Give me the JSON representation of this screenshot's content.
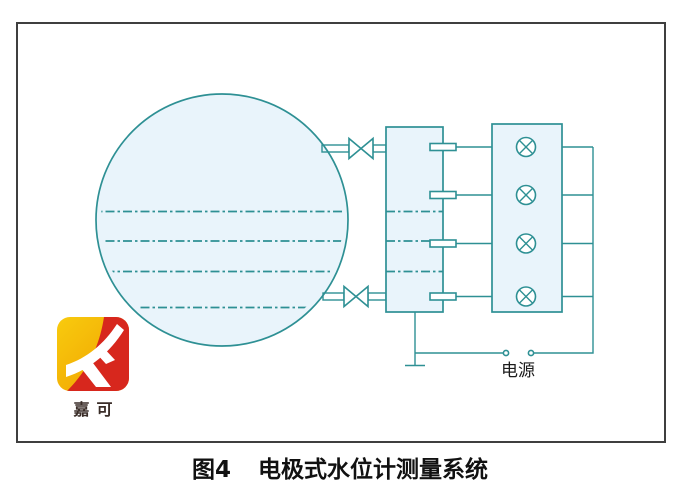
{
  "colors": {
    "diagram_line": "#2e9094",
    "vessel_fill": "#e9f4fb",
    "box_border": "#3f3f3f",
    "caption_color": "#111111",
    "label_color": "#1c1c1c",
    "logo_yellow": "#f8cb0e",
    "logo_orange": "#f09e00",
    "logo_red": "#d7271d",
    "logo_text_color": "#3a2d28"
  },
  "figure": {
    "caption_prefix": "图4",
    "caption_title": "电极式水位计测量系统",
    "power_label": "电源",
    "logo_text": "嘉可"
  },
  "diagram": {
    "type": "schematic",
    "components": [
      {
        "name": "boiler-drum",
        "kind": "vessel",
        "water_level_lines": 4
      },
      {
        "name": "isolation-valve-top",
        "kind": "valve"
      },
      {
        "name": "isolation-valve-bottom",
        "kind": "valve"
      },
      {
        "name": "electrode-chamber",
        "kind": "vessel",
        "electrodes": 4,
        "water_level_lines": 3
      },
      {
        "name": "indicator-lamp-panel",
        "kind": "panel",
        "lamps": 4
      },
      {
        "name": "earth-ground",
        "kind": "ground"
      },
      {
        "name": "power-terminals",
        "kind": "terminals",
        "count": 2
      }
    ]
  }
}
